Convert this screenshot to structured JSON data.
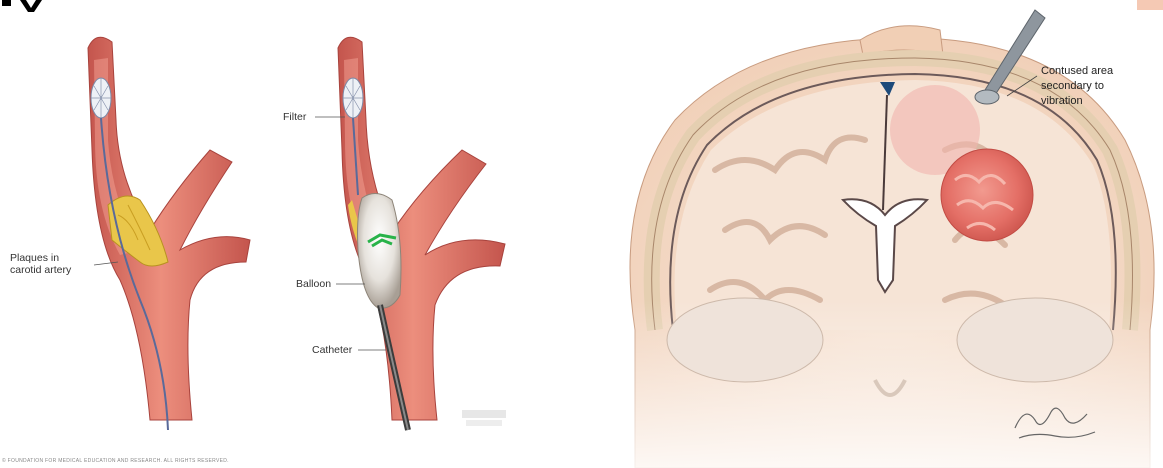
{
  "carotid_illustration": {
    "labels": {
      "plaques": [
        "Plaques in",
        "carotid artery"
      ],
      "filter": "Filter",
      "balloon": "Balloon",
      "catheter": "Catheter"
    },
    "footer_copyright": "© FOUNDATION FOR MEDICAL EDUCATION AND RESEARCH. ALL RIGHTS RESERVED."
  },
  "head_illustration": {
    "label": [
      "Contused area",
      "secondary to",
      "vibration"
    ]
  },
  "colors": {
    "artery": "#e07a6a",
    "artery_dark": "#b94b45",
    "plaque": "#e9c64a",
    "skin": "#f3d2b8",
    "brain": "#f7e3d4",
    "contusion": "#e46f66",
    "bone": "#ead7be"
  }
}
